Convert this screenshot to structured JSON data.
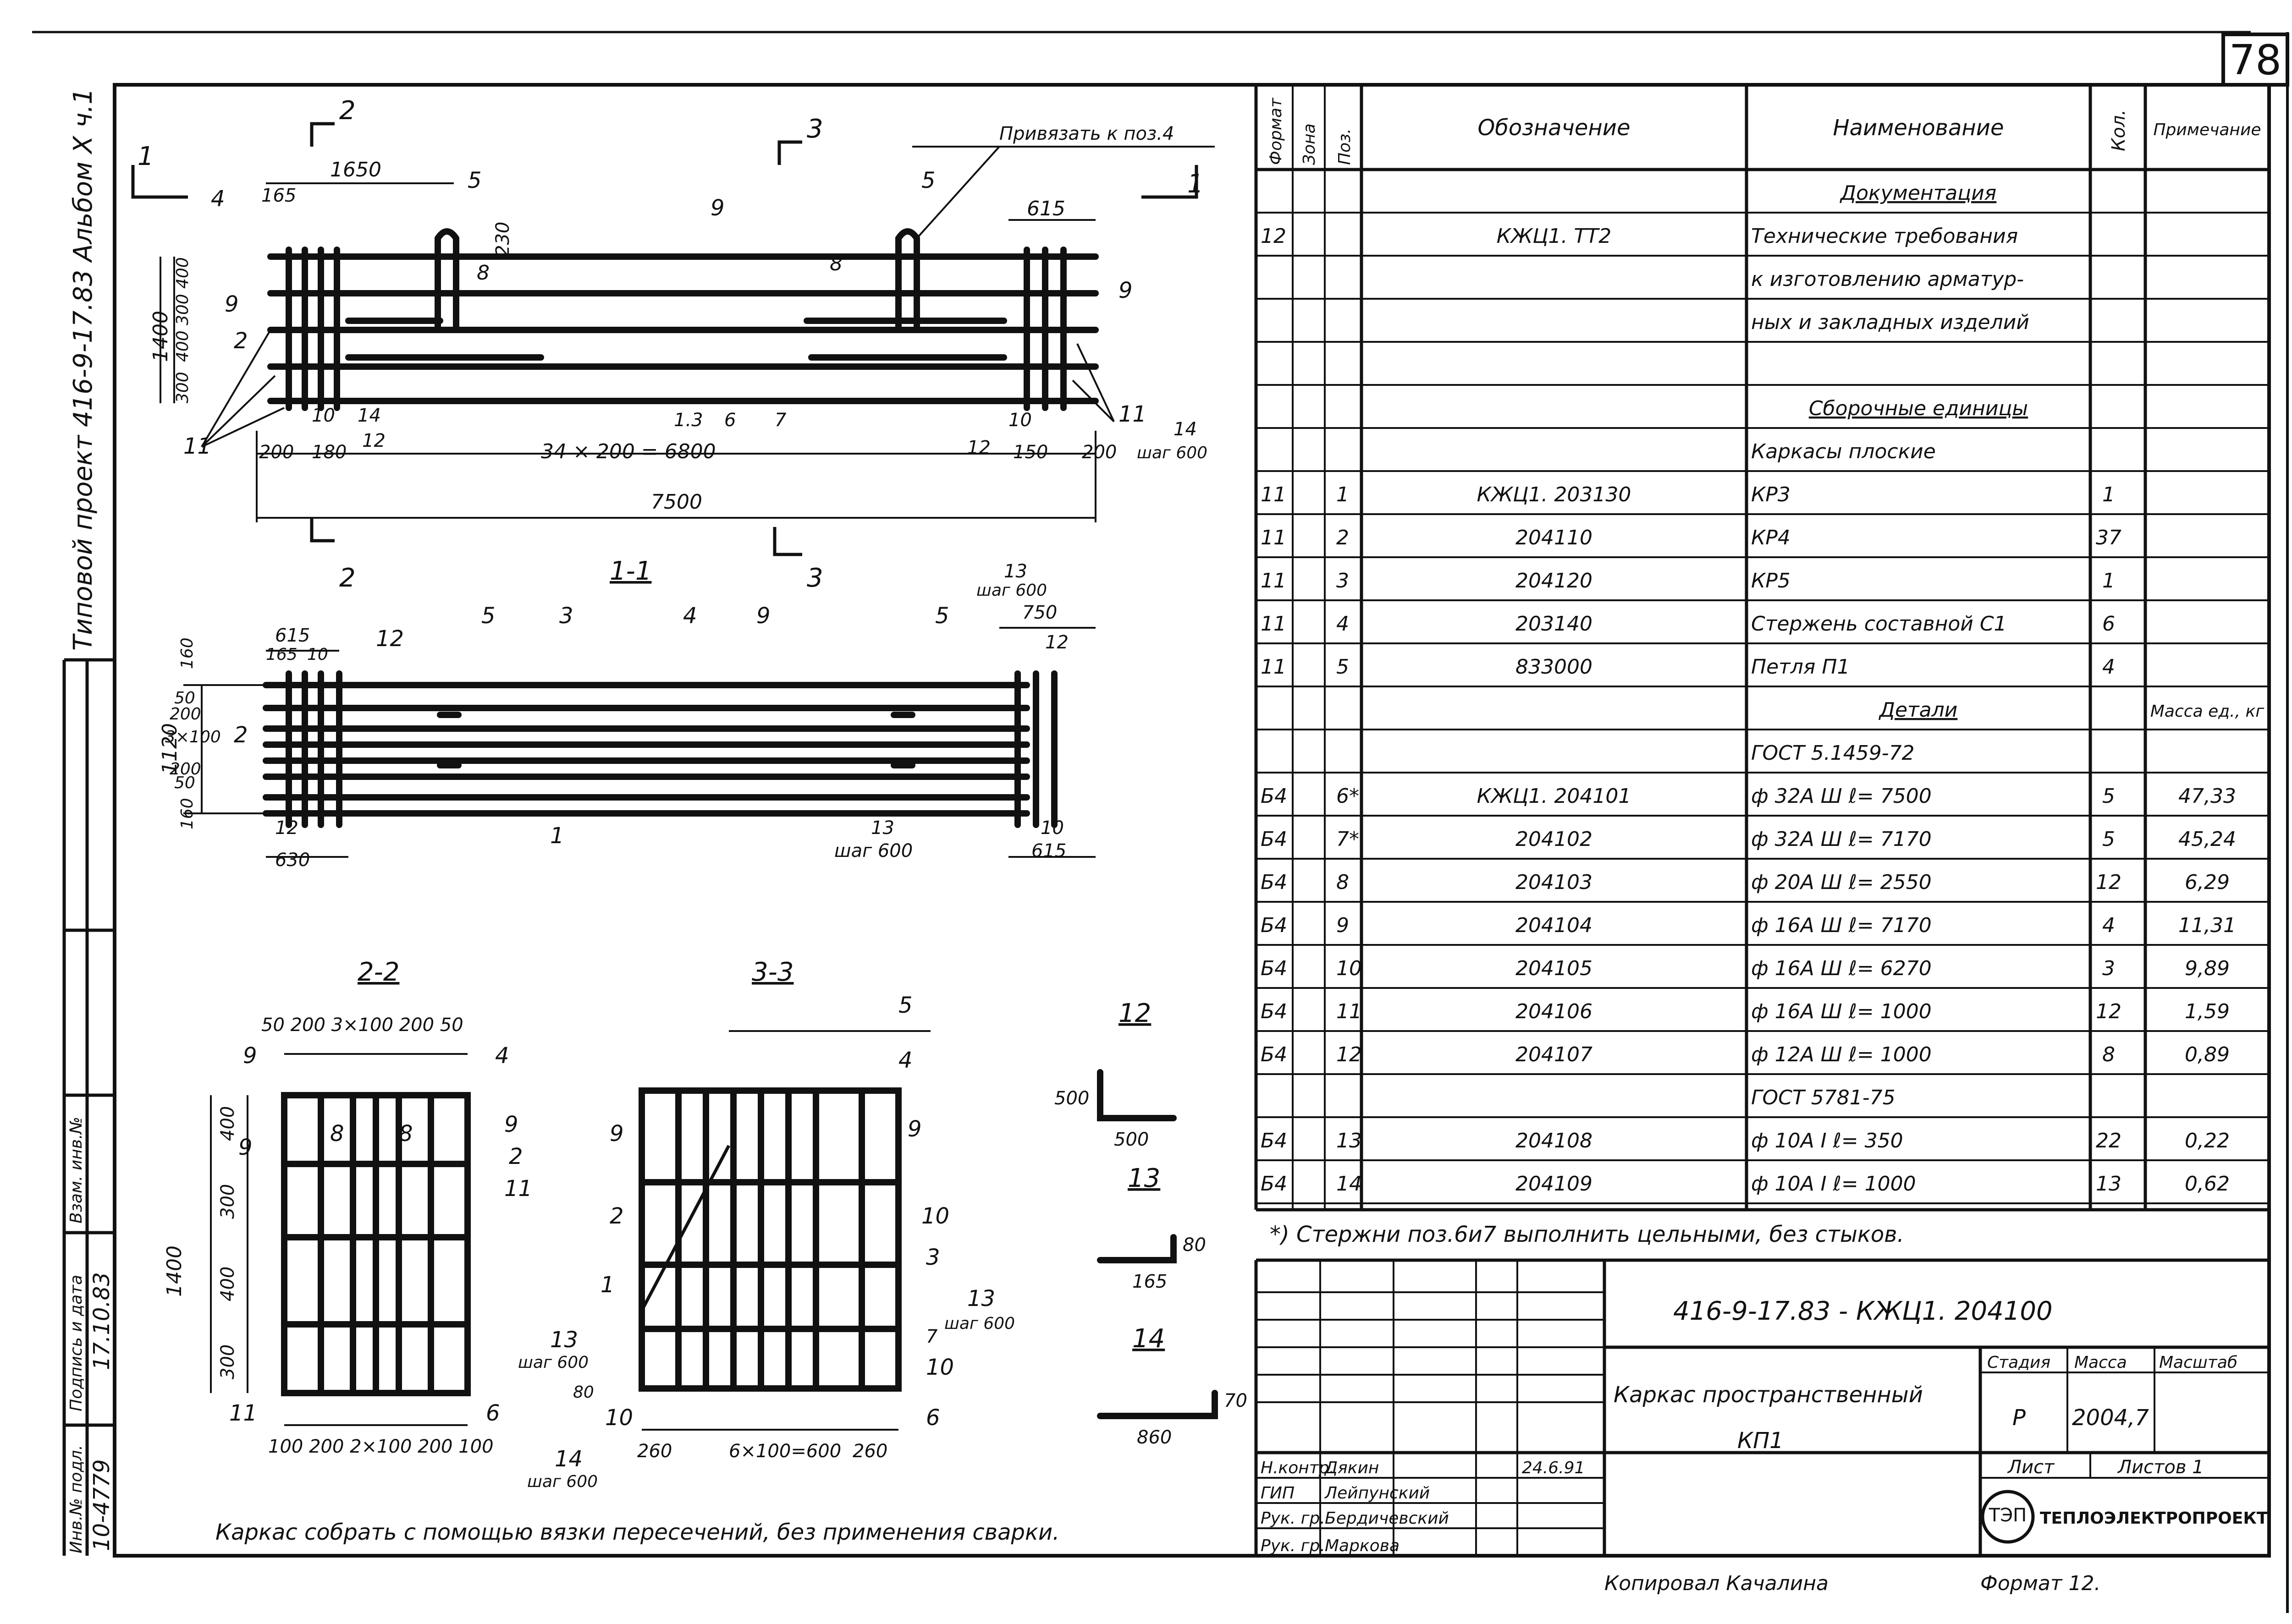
{
  "page_number": "78",
  "left_strip": {
    "project": "Типовой проект 416-9-17.83 Альбом X ч.1",
    "inv_podl": "Инв.№ подл.",
    "podpis_data": "Подпись и дата",
    "vzam_inv": "Взам. инв.№",
    "inv_value": "10-4779",
    "date_value": "17.10.83"
  },
  "plan": {
    "labels": {
      "cut2": "2",
      "cut3": "3",
      "cut1": "1",
      "d1650": "1650",
      "d165": "165",
      "d615": "615",
      "d230": "230",
      "d1400": "1400",
      "d400": "400",
      "d300a": "300",
      "d300b": "300",
      "d400b": "400",
      "d300c": "300",
      "p4": "4",
      "p5a": "5",
      "p5b": "5",
      "p9a": "9",
      "p9b": "9",
      "p9c": "9",
      "p8a": "8",
      "p8b": "8",
      "p2": "2",
      "p10a": "10",
      "p14": "14",
      "p12a": "12",
      "p11a": "11",
      "p11b": "11",
      "p13": "1.3",
      "p6": "6",
      "p7": "7",
      "p12b": "12",
      "p10b": "10",
      "p14b": "14",
      "d200": "200",
      "d180": "180",
      "d34": "34 × 200 = 6800",
      "d150": "150",
      "d200b": "200",
      "shag600": "шаг 600",
      "d7500": "7500",
      "privyazat": "Привязать к поз.4"
    }
  },
  "section11": {
    "title": "1-1",
    "labels": {
      "d615": "615",
      "d165": "165",
      "p10": "10",
      "p12": "12",
      "p5a": "5",
      "p3": "3",
      "p4": "4",
      "p9": "9",
      "p5b": "5",
      "p13": "13",
      "shag600a": "шаг 600",
      "d750": "750",
      "p12b": "12",
      "d160": "160",
      "d50a": "50",
      "d200a": "200",
      "d3x100": "3×100",
      "d200b": "200",
      "d50b": "50",
      "d160b": "160",
      "d1120": "1120",
      "p2": "2",
      "p12c": "12",
      "d630": "630",
      "p1": "1",
      "p13b": "13",
      "shag600b": "шаг 600",
      "p10b": "10",
      "d615b": "615"
    }
  },
  "section22": {
    "title": "2-2",
    "labels": {
      "top": "50  200  3×100  200  50",
      "p9": "9",
      "p4": "4",
      "p9b": "9",
      "p8a": "8",
      "p8b": "8",
      "p9c": "9",
      "p2": "2",
      "p11": "11",
      "d400": "400",
      "d300": "300",
      "d400b": "400",
      "d300b": "300",
      "d1400": "1400",
      "p11b": "11",
      "p6": "6",
      "bottom": "100  200  2×100  200  100"
    }
  },
  "section33": {
    "title": "3-3",
    "labels": {
      "p5": "5",
      "p4": "4",
      "p9": "9",
      "p9b": "9",
      "p2": "2",
      "p10": "10",
      "p3": "3",
      "p1": "1",
      "p13": "13",
      "shag600": "шаг 600",
      "p13b": "13",
      "shag600b": "шаг 600",
      "p7": "7",
      "p10b": "10",
      "p10c": "10",
      "p6": "6",
      "d80": "80",
      "d260": "260",
      "d6x100": "6×100=600",
      "d260b": "260",
      "p14": "14",
      "shag600c": "шаг 600"
    }
  },
  "details": {
    "d12": {
      "title": "12",
      "h": "500",
      "w": "500"
    },
    "d13": {
      "title": "13",
      "h": "80",
      "w": "165"
    },
    "d14": {
      "title": "14",
      "h": "70",
      "w": "860"
    }
  },
  "bottom_note": "Каркас собрать с помощью вязки пересечений, без применения сварки.",
  "spec": {
    "headers": {
      "format": "Формат",
      "zona": "Зона",
      "poz": "Поз.",
      "oboz": "Обозначение",
      "naim": "Наименование",
      "kol": "Кол.",
      "prim": "Примечание"
    },
    "rows": [
      {
        "f": "",
        "z": "",
        "p": "",
        "o": "",
        "n": "Документация",
        "k": "",
        "m": "",
        "u": true
      },
      {
        "f": "12",
        "z": "",
        "p": "",
        "o": "КЖЦ1. ТТ2",
        "n": "Технические требования",
        "k": "",
        "m": ""
      },
      {
        "f": "",
        "z": "",
        "p": "",
        "o": "",
        "n": "к изготовлению арматур-",
        "k": "",
        "m": ""
      },
      {
        "f": "",
        "z": "",
        "p": "",
        "o": "",
        "n": "ных и закладных изделий",
        "k": "",
        "m": ""
      },
      {
        "f": "",
        "z": "",
        "p": "",
        "o": "",
        "n": "",
        "k": "",
        "m": ""
      },
      {
        "f": "",
        "z": "",
        "p": "",
        "o": "",
        "n": "Сборочные единицы",
        "k": "",
        "m": "",
        "u": true
      },
      {
        "f": "",
        "z": "",
        "p": "",
        "o": "",
        "n": "Каркасы плоские",
        "k": "",
        "m": ""
      },
      {
        "f": "11",
        "z": "",
        "p": "1",
        "o": "КЖЦ1. 203130",
        "n": "КР3",
        "k": "1",
        "m": ""
      },
      {
        "f": "11",
        "z": "",
        "p": "2",
        "o": "204110",
        "n": "КР4",
        "k": "37",
        "m": ""
      },
      {
        "f": "11",
        "z": "",
        "p": "3",
        "o": "204120",
        "n": "КР5",
        "k": "1",
        "m": ""
      },
      {
        "f": "11",
        "z": "",
        "p": "4",
        "o": "203140",
        "n": "Стержень составной С1",
        "k": "6",
        "m": ""
      },
      {
        "f": "11",
        "z": "",
        "p": "5",
        "o": "833000",
        "n": "Петля П1",
        "k": "4",
        "m": ""
      },
      {
        "f": "",
        "z": "",
        "p": "",
        "o": "",
        "n": "Детали",
        "k": "",
        "m": "Масса ед., кг",
        "u": true
      },
      {
        "f": "",
        "z": "",
        "p": "",
        "o": "",
        "n": "ГОСТ 5.1459-72",
        "k": "",
        "m": ""
      },
      {
        "f": "Б4",
        "z": "",
        "p": "6*",
        "o": "КЖЦ1. 204101",
        "n": "ф 32А Ш    ℓ= 7500",
        "k": "5",
        "m": "47,33"
      },
      {
        "f": "Б4",
        "z": "",
        "p": "7*",
        "o": "204102",
        "n": "ф 32А Ш    ℓ= 7170",
        "k": "5",
        "m": "45,24"
      },
      {
        "f": "Б4",
        "z": "",
        "p": "8",
        "o": "204103",
        "n": "ф 20А Ш    ℓ= 2550",
        "k": "12",
        "m": "6,29"
      },
      {
        "f": "Б4",
        "z": "",
        "p": "9",
        "o": "204104",
        "n": "ф 16А Ш    ℓ= 7170",
        "k": "4",
        "m": "11,31"
      },
      {
        "f": "Б4",
        "z": "",
        "p": "10",
        "o": "204105",
        "n": "ф 16А Ш    ℓ= 6270",
        "k": "3",
        "m": "9,89"
      },
      {
        "f": "Б4",
        "z": "",
        "p": "11",
        "o": "204106",
        "n": "ф 16А Ш    ℓ= 1000",
        "k": "12",
        "m": "1,59"
      },
      {
        "f": "Б4",
        "z": "",
        "p": "12",
        "o": "204107",
        "n": "ф 12А Ш    ℓ= 1000",
        "k": "8",
        "m": "0,89"
      },
      {
        "f": "",
        "z": "",
        "p": "",
        "o": "",
        "n": "ГОСТ 5781-75",
        "k": "",
        "m": ""
      },
      {
        "f": "Б4",
        "z": "",
        "p": "13",
        "o": "204108",
        "n": "ф 10А I     ℓ= 350",
        "k": "22",
        "m": "0,22"
      },
      {
        "f": "Б4",
        "z": "",
        "p": "14",
        "o": "204109",
        "n": "ф 10А I     ℓ= 1000",
        "k": "13",
        "m": "0,62"
      }
    ],
    "footnote": "*) Стержни поз.6и7 выполнить цельными, без стыков."
  },
  "title_block": {
    "code": "416-9-17.83 - КЖЦ1. 204100",
    "name_line1": "Каркас пространственный",
    "name_line2": "КП1",
    "stadia_label": "Стадия",
    "massa_label": "Масса",
    "masshtab_label": "Масштаб",
    "stadia": "Р",
    "massa": "2004,7",
    "list_label": "Лист",
    "listov_label": "Листов 1",
    "company": "ТЕПЛОЭЛЕКТРОПРОЕКТ",
    "logo": "ТЭП",
    "signers": [
      {
        "role": "Н.контр.",
        "name": "Дякин",
        "date": "24.6.91"
      },
      {
        "role": "ГИП",
        "name": "Лейпунский",
        "date": ""
      },
      {
        "role": "Рук. гр.",
        "name": "Бердичевский",
        "date": ""
      },
      {
        "role": "Рук. гр.",
        "name": "Маркова",
        "date": ""
      }
    ]
  },
  "footer": {
    "copied": "Копировал Качалина",
    "format": "Формат 12."
  }
}
